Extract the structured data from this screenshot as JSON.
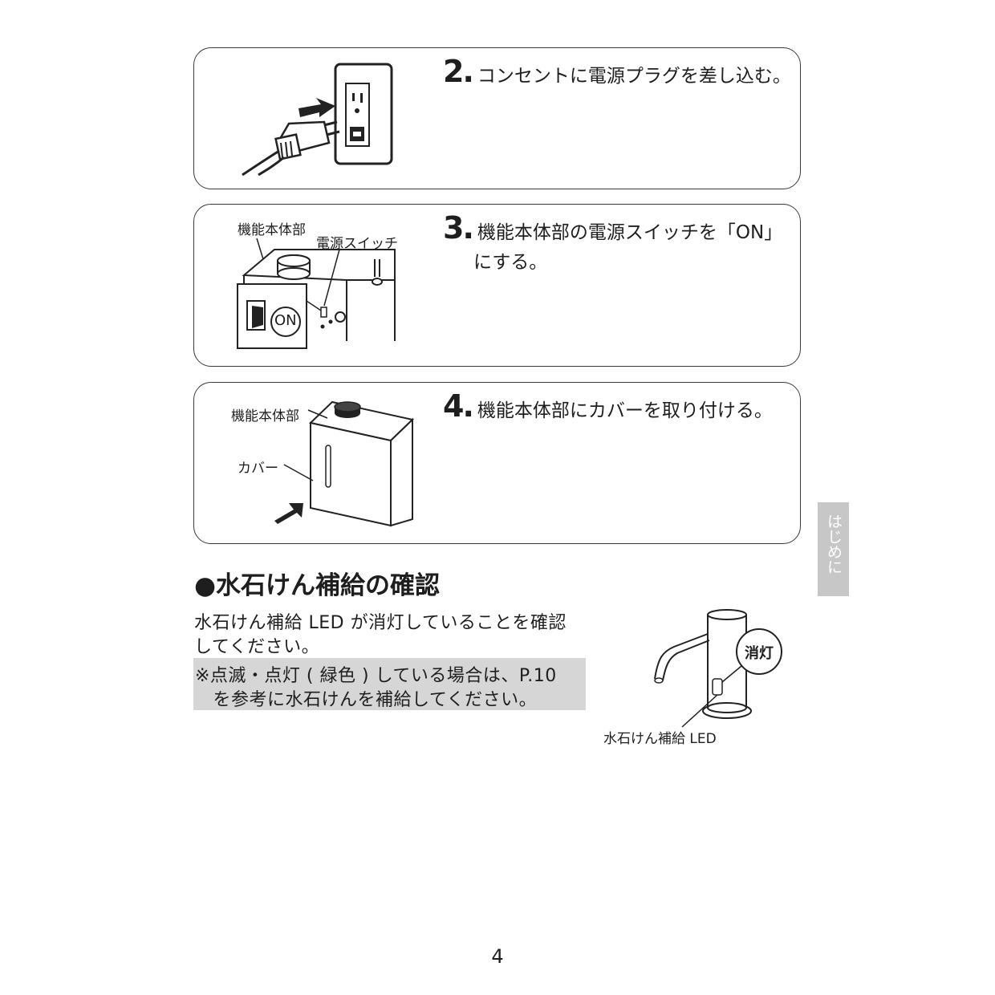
{
  "steps": [
    {
      "number": "2.",
      "text": "コンセントに電源プラグを差し込む。"
    },
    {
      "number": "3.",
      "text": "機能本体部の電源スイッチを「ON」",
      "text2": "にする。",
      "labels": {
        "unit": "機能本体部",
        "switch": "電源スイッチ",
        "on": "ON"
      }
    },
    {
      "number": "4.",
      "text": "機能本体部にカバーを取り付ける。",
      "labels": {
        "unit": "機能本体部",
        "cover": "カバー"
      }
    }
  ],
  "section": {
    "title": "●水石けん補給の確認",
    "body_line1": "水石けん補給 LED が消灯していることを確認",
    "body_line2": "してください。",
    "note_line1": "※点滅・点灯 ( 緑色 ) している場合は、P.10",
    "note_line2": "　を参考に水石けんを補給してください。",
    "figure_bubble": "消灯",
    "figure_label": "水石けん補給 LED"
  },
  "side_tab": "はじめに",
  "page_number": "4"
}
